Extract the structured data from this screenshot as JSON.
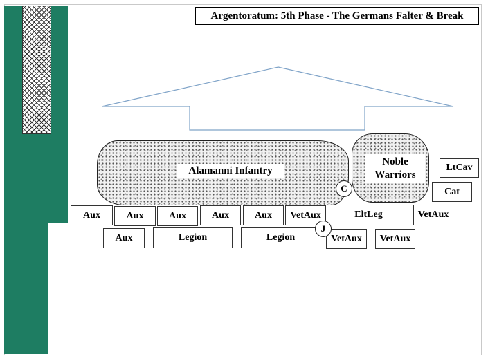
{
  "title": "Argentoratum:  5th Phase - The Germans Falter & Break",
  "arrow_color": "#7fa3c8",
  "sidebar_color": "#1e7d62",
  "formations": {
    "alamanni": "Alamanni Infantry",
    "noble": "Noble Warriors"
  },
  "units": {
    "front": [
      "Aux",
      "Aux",
      "Aux",
      "Aux",
      "Aux",
      "VetAux",
      "EltLeg",
      "VetAux"
    ],
    "rear": [
      "Aux",
      "Legion",
      "Legion",
      "VetAux",
      "VetAux"
    ],
    "right": [
      "LtCav",
      "Cat"
    ]
  },
  "markers": {
    "c": "C",
    "j": "J"
  }
}
